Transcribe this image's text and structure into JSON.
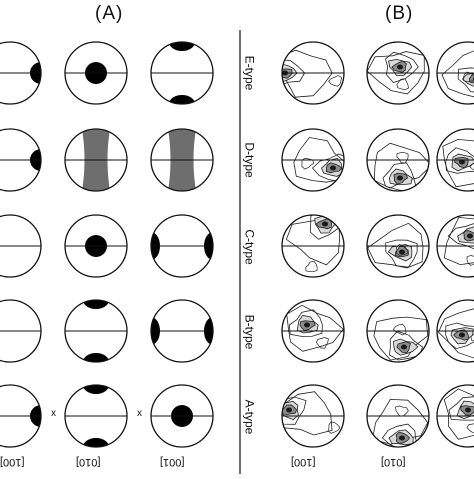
{
  "panels": {
    "left": {
      "label": "(A)"
    },
    "right": {
      "label": "(B)"
    }
  },
  "row_labels": [
    "E-type",
    "D-type",
    "C-type",
    "B-type",
    "A-type"
  ],
  "axis_labels": [
    "[100]",
    "[010]",
    "[001]"
  ],
  "x_marker": "x",
  "colors": {
    "ink": "#111111",
    "band": "#6e6e6e",
    "contour": "#222222",
    "background": "#ffffff"
  }
}
